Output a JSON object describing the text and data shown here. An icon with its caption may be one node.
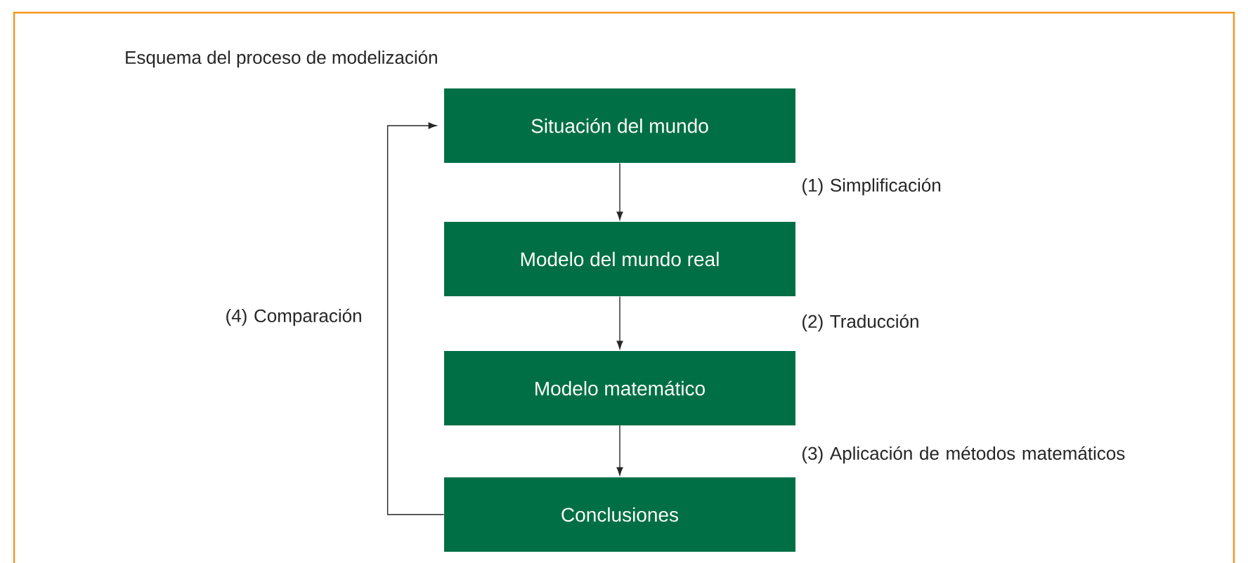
{
  "diagram": {
    "title": "Esquema del proceso de modelización",
    "nodes": [
      {
        "text": [
          "Situación del mundo"
        ]
      },
      {
        "text": [
          "Modelo del mundo real"
        ]
      },
      {
        "text": [
          "Modelo matemático"
        ]
      },
      {
        "text": [
          "Conclusiones"
        ]
      }
    ],
    "edges": [
      {
        "from": 0,
        "to": 1,
        "arrow": "to"
      },
      {
        "from": 1,
        "to": 2,
        "arrow": "to"
      },
      {
        "from": 2,
        "to": 3,
        "arrow": "to"
      },
      {
        "from": 3,
        "to": 0,
        "arrow": "to",
        "label": "(4) Comparación"
      }
    ],
    "labels": [
      "(1) Simplificación",
      "(2) Traducción",
      "(3) Aplicación de métodos matemáticos"
    ]
  }
}
